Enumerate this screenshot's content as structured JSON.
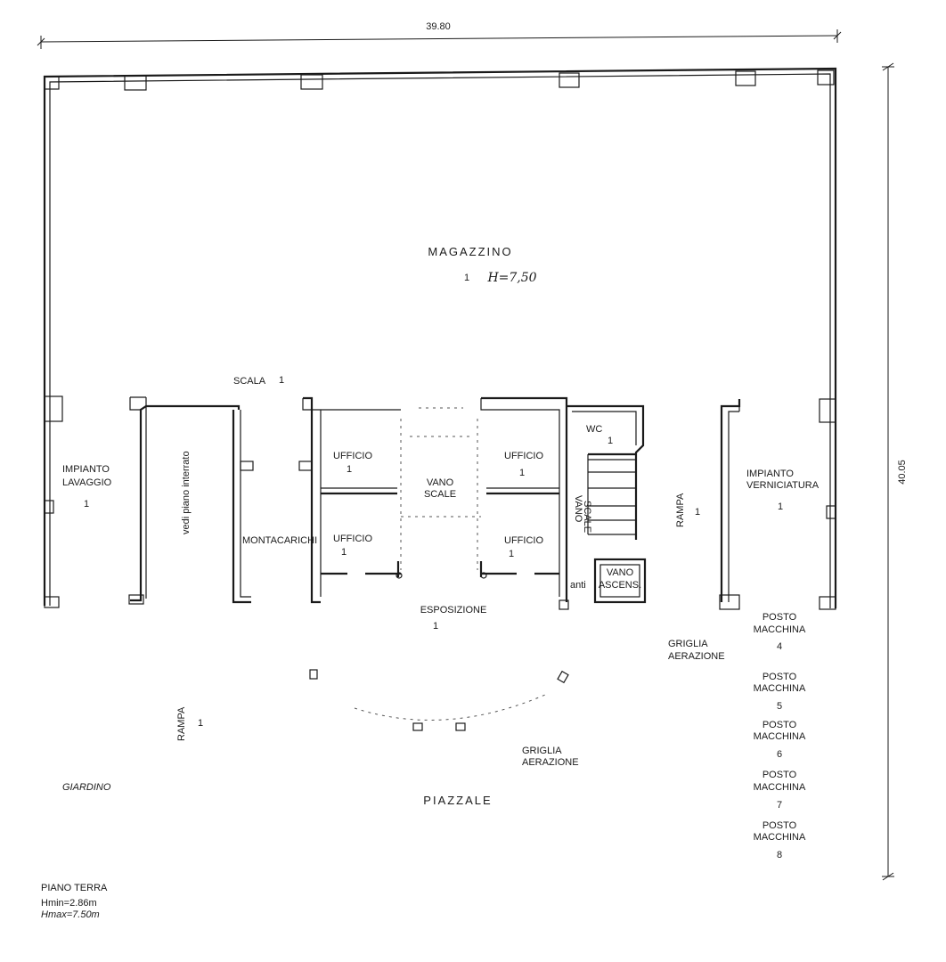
{
  "dimensions": {
    "width": "39.80",
    "height": "40.05"
  },
  "rooms": {
    "magazzino": {
      "name": "MAGAZZINO",
      "num": "1",
      "height_note": "H=7,50"
    },
    "scala": {
      "name": "SCALA",
      "num": "1"
    },
    "impianto_lavaggio": {
      "line1": "IMPIANTO",
      "line2": "LAVAGGIO",
      "num": "1"
    },
    "vedi_piano": {
      "name": "vedi piano interrato"
    },
    "montacarichi": {
      "name": "MONTACARICHI"
    },
    "ufficio_tl": {
      "name": "UFFICIO",
      "num": "1"
    },
    "ufficio_bl": {
      "name": "UFFICIO",
      "num": "1"
    },
    "vano_scale_center": {
      "line1": "VANO",
      "line2": "SCALE"
    },
    "ufficio_tr": {
      "name": "UFFICIO",
      "num": "1"
    },
    "ufficio_br": {
      "name": "UFFICIO",
      "num": "1"
    },
    "wc": {
      "name": "WC",
      "num": "1"
    },
    "vano_scale_right": {
      "line1": "VANO",
      "line2": "SCALE"
    },
    "vano_ascens": {
      "line1": "VANO",
      "line2": "ASCENS."
    },
    "anti": {
      "name": "anti"
    },
    "rampa_right": {
      "name": "RAMPA",
      "num": "1"
    },
    "impianto_verniciatura": {
      "line1": "IMPIANTO",
      "line2": "VERNICIATURA",
      "num": "1"
    },
    "esposizione": {
      "name": "ESPOSIZIONE",
      "num": "1"
    },
    "griglia_right": {
      "line1": "GRIGLIA",
      "line2": "AERAZIONE"
    },
    "griglia_center": {
      "line1": "GRIGLIA",
      "line2": "AERAZIONE"
    },
    "rampa_left": {
      "name": "RAMPA",
      "num": "1"
    },
    "giardino": {
      "name": "GIARDINO"
    },
    "piazzale": {
      "name": "PIAZZALE"
    }
  },
  "posti": [
    {
      "line1": "POSTO",
      "line2": "MACCHINA",
      "num": "4"
    },
    {
      "line1": "POSTO",
      "line2": "MACCHINA",
      "num": "5"
    },
    {
      "line1": "POSTO",
      "line2": "MACCHINA",
      "num": "6"
    },
    {
      "line1": "POSTO",
      "line2": "MACCHINA",
      "num": "7"
    },
    {
      "line1": "POSTO",
      "line2": "MACCHINA",
      "num": "8"
    }
  ],
  "legend": {
    "title": "PIANO TERRA",
    "hmin": "Hmin=2.86m",
    "hmax": "Hmax=7.50m"
  }
}
